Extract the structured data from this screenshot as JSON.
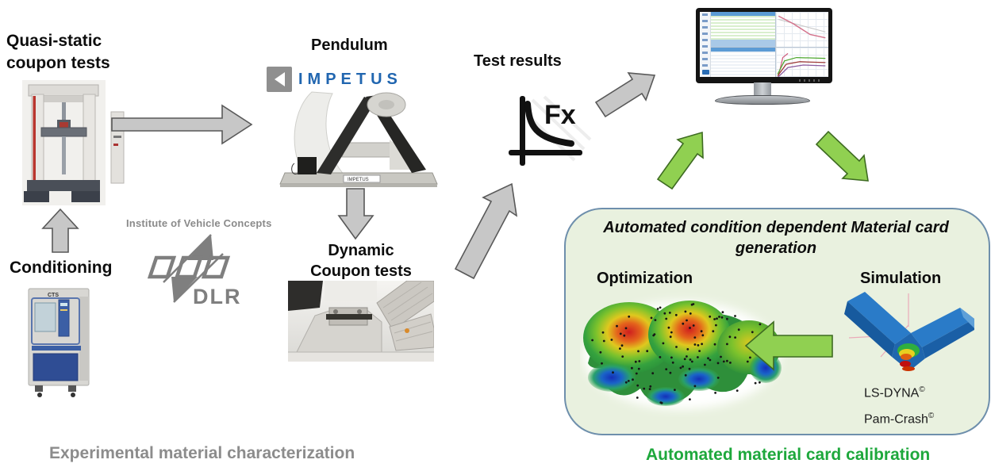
{
  "stage1": {
    "quasi_static_label": "Quasi-static\ncoupon tests",
    "conditioning_label": "Conditioning",
    "chamber_brand": "CTS",
    "pendulum_label": "Pendulum",
    "impetus_logo_text": "IMPETUS",
    "pendulum_base_text": "IMPETUS",
    "dynamic_label": "Dynamic\nCoupon tests",
    "test_results_label": "Test results",
    "fx_icon_text": "Fx",
    "caption": "Experimental material characterization"
  },
  "dlr": {
    "institute": "Institute of Vehicle Concepts",
    "logo_text": "DLR"
  },
  "stage2": {
    "box_title": "Automated condition dependent Material card\ngeneration",
    "optimization_label": "Optimization",
    "simulation_label": "Simulation",
    "solver1": "LS-DYNA",
    "solver1_mark": "©",
    "solver2": "Pam-Crash",
    "solver2_mark": "©",
    "caption": "Automated material card calibration"
  },
  "colors": {
    "gray_arrow": "#c7c7c7",
    "gray_arrow_outline": "#595959",
    "green_arrow": "#90d051",
    "green_arrow_outline": "#3e6b22",
    "box_fill": "#e9f1df",
    "box_border": "#6e8fac",
    "caption_gray": "#8c8c8c",
    "caption_green": "#1ea83c",
    "impetus_blue": "#2166b0",
    "dlr_gray": "#7f7f7f"
  }
}
